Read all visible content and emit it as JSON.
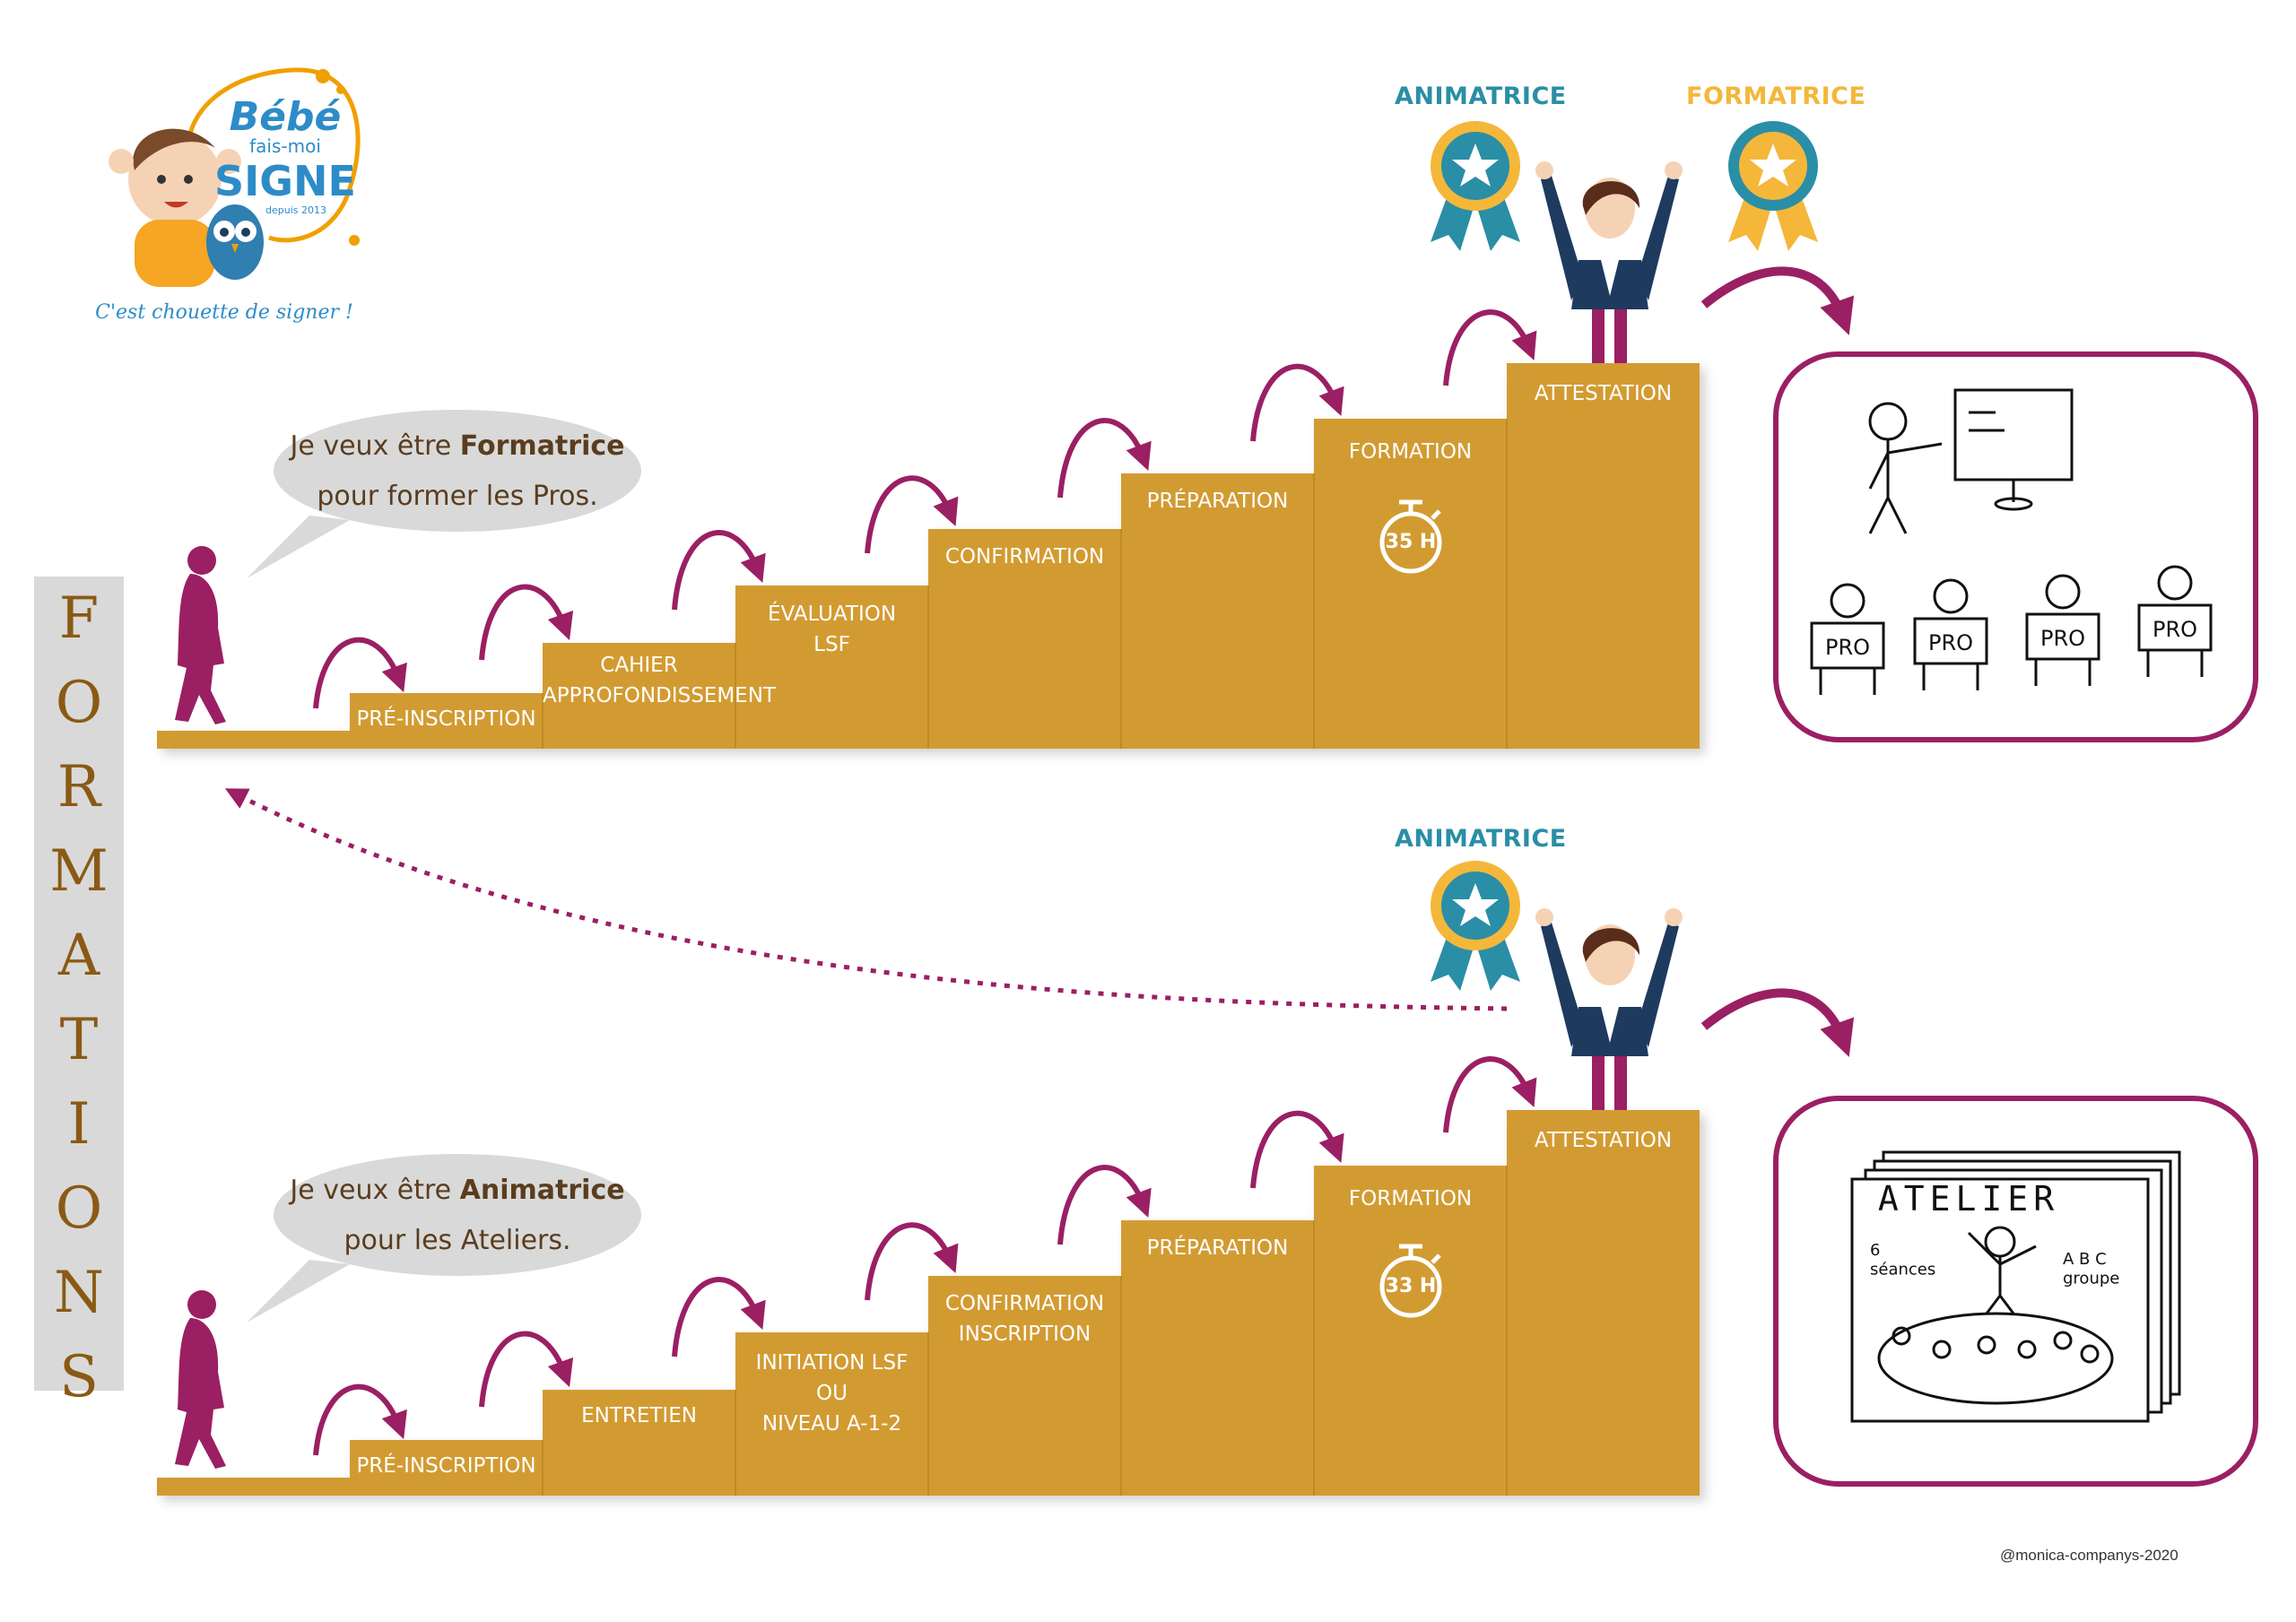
{
  "logo": {
    "line1": "Bébé",
    "line2": "fais-moi",
    "line3": "SIGNE",
    "since": "depuis 2013",
    "tagline": "C'est chouette de signer !",
    "symbol": "baby-and-owl-logo"
  },
  "side_title": "FORMATIONS",
  "colors": {
    "step": "#d29b30",
    "plum": "#9b1f63",
    "teal": "#2a8ea6",
    "gold": "#f4b73a",
    "bubble": "#d9d9d9"
  },
  "top": {
    "bubble_prefix": "Je veux être ",
    "bubble_bold": "Formatrice",
    "bubble_line2": "pour former les Pros.",
    "steps": [
      "PRÉ-INSCRIPTION",
      "CAHIER\nAPPROFONDISSEMENT",
      "ÉVALUATION\nLSF",
      "CONFIRMATION",
      "PRÉPARATION",
      "FORMATION",
      "ATTESTATION"
    ],
    "hours": "35 H",
    "badges": [
      "ANIMATRICE",
      "FORMATRICE"
    ],
    "illustration": {
      "labels": [
        "PRO",
        "PRO",
        "PRO",
        "PRO"
      ]
    }
  },
  "bottom": {
    "bubble_prefix": "Je veux être ",
    "bubble_bold": "Animatrice",
    "bubble_line2": "pour les Ateliers.",
    "steps": [
      "PRÉ-INSCRIPTION",
      "ENTRETIEN",
      "INITIATION LSF\nOU\nNIVEAU A-1-2",
      "CONFIRMATION\nINSCRIPTION",
      "PRÉPARATION",
      "FORMATION",
      "ATTESTATION"
    ],
    "hours": "33 H",
    "badges": [
      "ANIMATRICE"
    ],
    "illustration": {
      "title": "ATELIER",
      "left_note": "6\nséances",
      "right_note": "A B C\ngroupe"
    }
  },
  "copyright": "@monica-companys-2020"
}
